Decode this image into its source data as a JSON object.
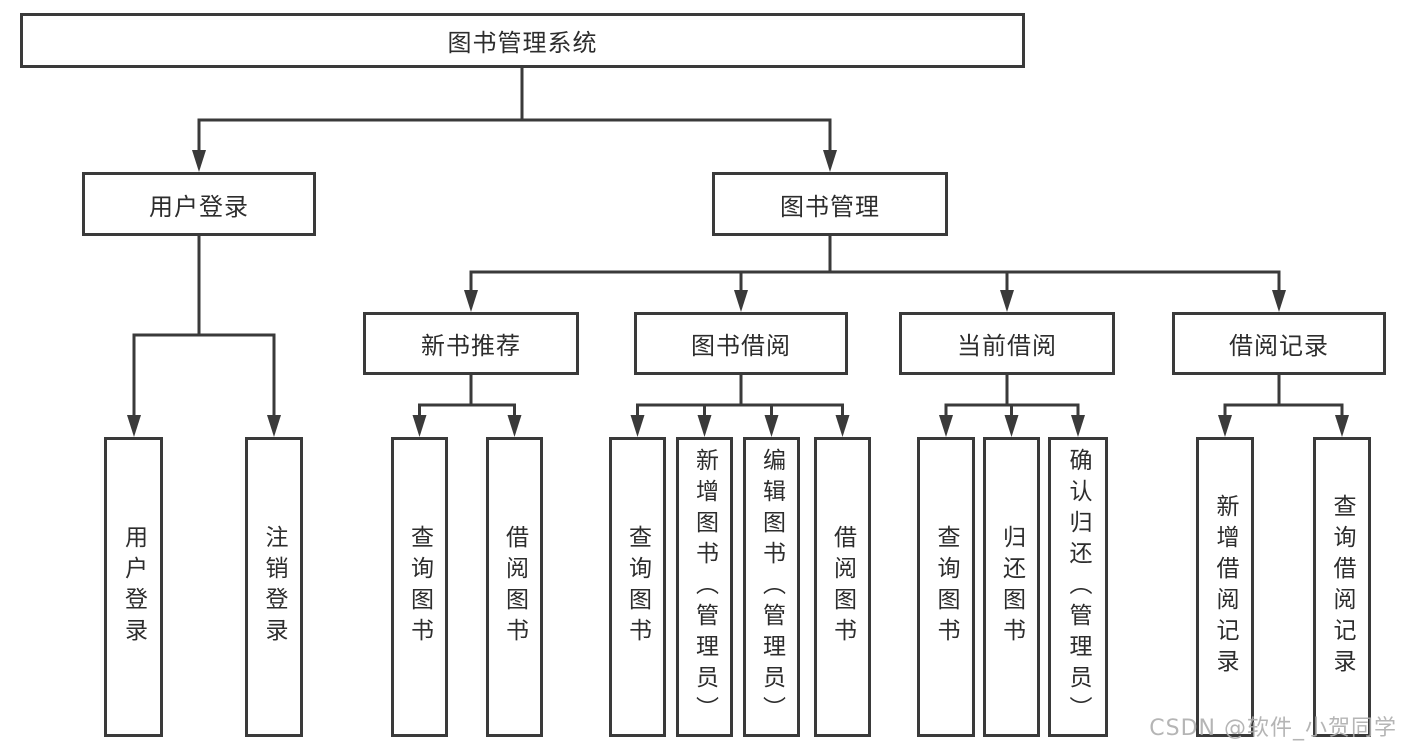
{
  "tree": {
    "root": "图书管理系统",
    "children": [
      {
        "label": "用户登录",
        "children": [
          {
            "label": "用户登录"
          },
          {
            "label": "注销登录"
          }
        ]
      },
      {
        "label": "图书管理",
        "children": [
          {
            "label": "新书推荐",
            "children": [
              {
                "label": "查询图书"
              },
              {
                "label": "借阅图书"
              }
            ]
          },
          {
            "label": "图书借阅",
            "children": [
              {
                "label": "查询图书"
              },
              {
                "label": "新增图书（管理员）"
              },
              {
                "label": "编辑图书（管理员）"
              },
              {
                "label": "借阅图书"
              }
            ]
          },
          {
            "label": "当前借阅",
            "children": [
              {
                "label": "查询图书"
              },
              {
                "label": "归还图书"
              },
              {
                "label": "确认归还（管理员）"
              }
            ]
          },
          {
            "label": "借阅记录",
            "children": [
              {
                "label": "新增借阅记录"
              },
              {
                "label": "查询借阅记录"
              }
            ]
          }
        ]
      }
    ]
  },
  "watermark": "CSDN @软件_小贺同学",
  "colors": {
    "line": "#3a3a3a",
    "text": "#2d2d2d",
    "watermark": "#adadad"
  }
}
